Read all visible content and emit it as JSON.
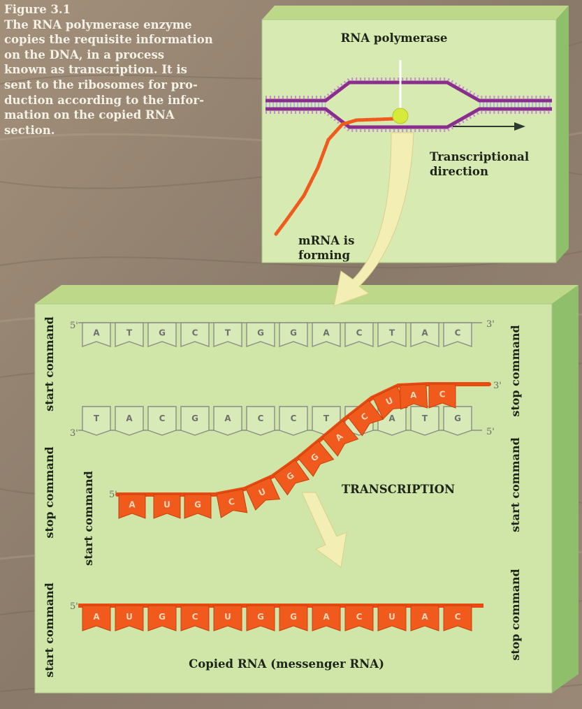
{
  "caption": {
    "figure_label": "Figure 3.1",
    "lines": [
      "The RNA polymerase enzyme",
      "copies the requisite information",
      "on the DNA, in a process",
      "known as transcription. It is",
      "sent to the ribosomes for pro-",
      "duction according to the infor-",
      "mation on the copied RNA",
      "section."
    ]
  },
  "top_panel": {
    "polymerase_label": "RNA polymerase",
    "direction_label": [
      "Transcriptional",
      "direction"
    ],
    "mrna_label": [
      "mRNA is",
      "forming"
    ]
  },
  "main_panel": {
    "strand1": {
      "end5": "5'",
      "end3": "3'",
      "bases": [
        "A",
        "T",
        "G",
        "C",
        "T",
        "G",
        "G",
        "A",
        "C",
        "T",
        "A",
        "C"
      ]
    },
    "strand2": {
      "end5": "5'",
      "end3": "3'",
      "bases": [
        "T",
        "A",
        "C",
        "G",
        "A",
        "C",
        "C",
        "T",
        "G",
        "A",
        "T",
        "G"
      ]
    },
    "mrna_forming": {
      "end5": "5'",
      "end3": "3'",
      "bases": [
        "A",
        "U",
        "G",
        "C",
        "U",
        "G",
        "G",
        "A",
        "C",
        "U",
        "A",
        "C"
      ]
    },
    "copied_rna": {
      "end5": "5'",
      "bases": [
        "A",
        "U",
        "G",
        "C",
        "U",
        "G",
        "G",
        "A",
        "C",
        "U",
        "A",
        "C"
      ]
    },
    "transcription_label": "TRANSCRIPTION",
    "copied_label": "Copied RNA (messenger RNA)",
    "side_labels": {
      "left_top": "start command",
      "left_mid": "stop command",
      "left_inner": "start command",
      "left_bottom": "start command",
      "right_top": "stop command",
      "right_mid": "start command",
      "right_bottom": "stop command"
    }
  },
  "colors": {
    "background_wood": "#8f7e6c",
    "panel_green": "#d7eab2",
    "panel_side": "#8fbf6a",
    "dna_purple": "#8a2e8e",
    "rna_orange": "#f05a1c",
    "polymerase_yellow": "#d6ea3c",
    "arrow_yellow": "#f3efb4"
  }
}
